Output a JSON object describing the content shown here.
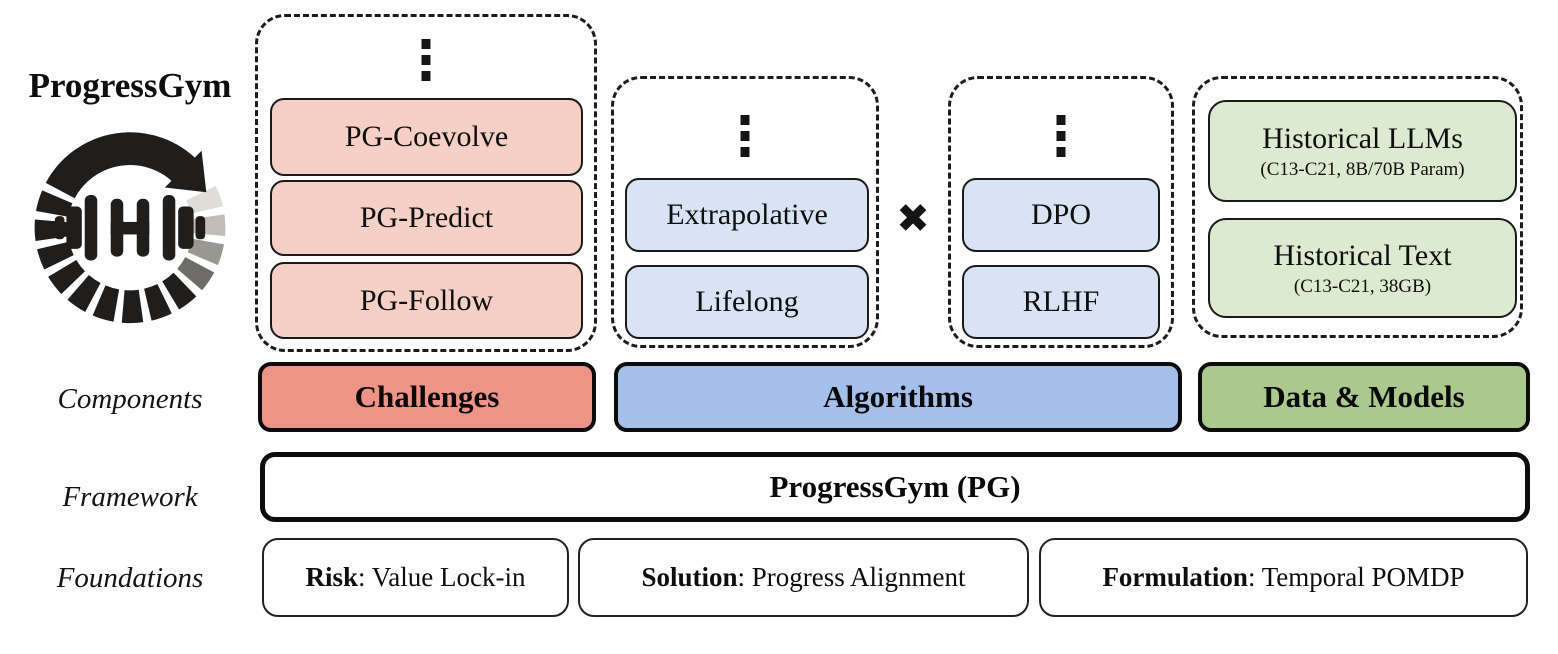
{
  "header": {
    "title": "ProgressGym"
  },
  "labels": {
    "components": "Components",
    "framework": "Framework",
    "foundations": "Foundations"
  },
  "groups": {
    "challenges": {
      "items": [
        "PG-Coevolve",
        "PG-Predict",
        "PG-Follow"
      ]
    },
    "algorithms": {
      "left": {
        "items": [
          "Extrapolative",
          "Lifelong"
        ]
      },
      "operator": "✖",
      "right": {
        "items": [
          "DPO",
          "RLHF"
        ]
      }
    },
    "data_models": {
      "items": [
        {
          "title": "Historical LLMs",
          "subtitle": "(C13-C21, 8B/70B Param)"
        },
        {
          "title": "Historical Text",
          "subtitle": "(C13-C21, 38GB)"
        }
      ]
    }
  },
  "components_row": {
    "challenges": "Challenges",
    "algorithms": "Algorithms",
    "data_models": "Data & Models"
  },
  "framework_row": {
    "title": "ProgressGym (PG)"
  },
  "foundations_row": {
    "items": [
      {
        "term": "Risk",
        "desc": ": Value Lock-in"
      },
      {
        "term": "Solution",
        "desc": ": Progress Alignment"
      },
      {
        "term": "Formulation",
        "desc": ": Temporal POMDP"
      }
    ]
  },
  "icons": {
    "vertical_ellipsis": "⋮",
    "logo": "progressgym-circular-arrow-dumbbell"
  },
  "colors": {
    "pink-light": "#f6cfc5",
    "pink-dark": "#ee9486",
    "blue-light": "#d8e4f6",
    "blue-dark": "#a3c0ea",
    "green-light": "#dcead0",
    "green-dark": "#aac98d",
    "ink": "#201e1c"
  }
}
